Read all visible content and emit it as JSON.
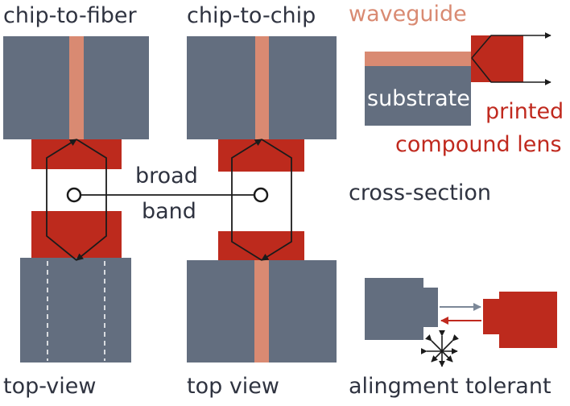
{
  "labels": {
    "chip_to_fiber": "chip-to-fiber",
    "chip_to_chip": "chip-to-chip",
    "waveguide": "waveguide",
    "substrate": "substrate",
    "printed": "printed",
    "compound_lens": "compound lens",
    "broad": "broad",
    "band": "band",
    "cross_section": "cross-section",
    "top_view_left": "top-view",
    "top_view_right": "top view",
    "alignment_tolerant": "alingment tolerant"
  },
  "colors": {
    "chip": "#636e7f",
    "lens": "#bd2a1d",
    "waveguide": "#d98a72",
    "line": "#1b1b1b",
    "text": "#2f3340",
    "arrow_blue": "#7c8898",
    "arrow_red": "#c0291e"
  },
  "icons": {
    "move_cross": "four-way-arrow-icon",
    "focus_point": "circle-icon"
  }
}
